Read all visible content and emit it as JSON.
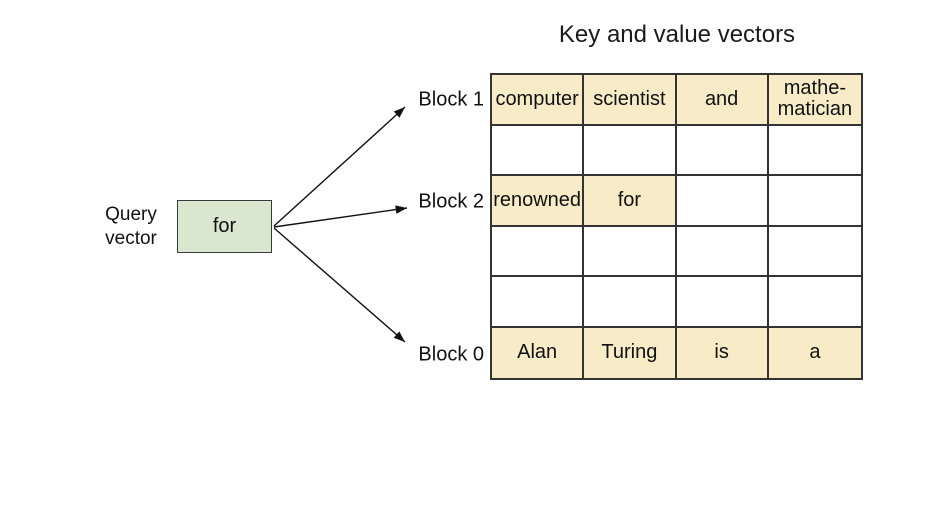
{
  "title": "Key and value vectors",
  "query_vector": {
    "label_lines": [
      "Query",
      "vector"
    ],
    "box_text": "for",
    "box_fill": "#d9e6d0"
  },
  "block_labels": [
    {
      "label": "Block 1"
    },
    {
      "label": "Block 2"
    },
    {
      "label": "Block 0"
    }
  ],
  "table": {
    "columns": 4,
    "highlight_fill": "#f8ecc8",
    "rows": [
      {
        "block": "Block 1",
        "cells": [
          {
            "text": "computer",
            "highlighted": true
          },
          {
            "text": "scientist",
            "highlighted": true
          },
          {
            "text": "and",
            "highlighted": true
          },
          {
            "text": "mathe-matician",
            "highlighted": true
          }
        ]
      },
      {
        "block": "",
        "cells": [
          {
            "text": "",
            "highlighted": false
          },
          {
            "text": "",
            "highlighted": false
          },
          {
            "text": "",
            "highlighted": false
          },
          {
            "text": "",
            "highlighted": false
          }
        ]
      },
      {
        "block": "Block 2",
        "cells": [
          {
            "text": "renowned",
            "highlighted": true
          },
          {
            "text": "for",
            "highlighted": true
          },
          {
            "text": "",
            "highlighted": false
          },
          {
            "text": "",
            "highlighted": false
          }
        ]
      },
      {
        "block": "",
        "cells": [
          {
            "text": "",
            "highlighted": false
          },
          {
            "text": "",
            "highlighted": false
          },
          {
            "text": "",
            "highlighted": false
          },
          {
            "text": "",
            "highlighted": false
          }
        ]
      },
      {
        "block": "",
        "cells": [
          {
            "text": "",
            "highlighted": false
          },
          {
            "text": "",
            "highlighted": false
          },
          {
            "text": "",
            "highlighted": false
          },
          {
            "text": "",
            "highlighted": false
          }
        ]
      },
      {
        "block": "Block 0",
        "cells": [
          {
            "text": "Alan",
            "highlighted": true
          },
          {
            "text": "Turing",
            "highlighted": true
          },
          {
            "text": "is",
            "highlighted": true
          },
          {
            "text": "a",
            "highlighted": true
          }
        ]
      }
    ]
  },
  "colors": {
    "border": "#333333",
    "text": "#111111"
  }
}
